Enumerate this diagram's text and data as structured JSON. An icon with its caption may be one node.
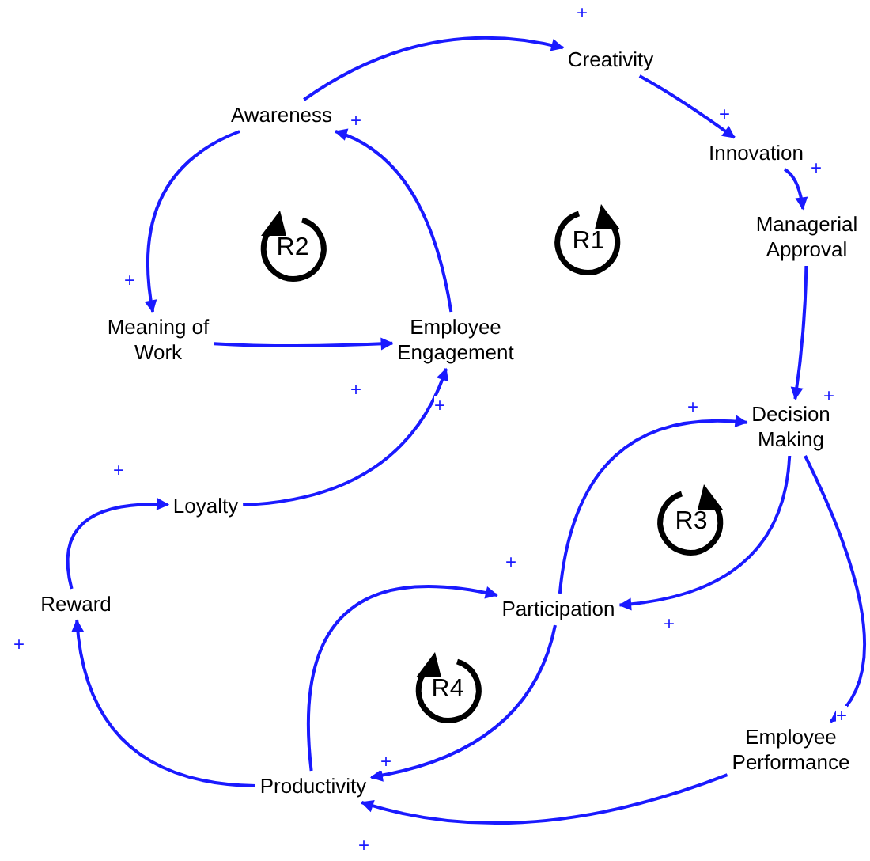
{
  "diagram": {
    "nodes": [
      {
        "text": [
          "Creativity"
        ]
      },
      {
        "text": [
          "Awareness"
        ]
      },
      {
        "text": [
          "Innovation"
        ]
      },
      {
        "text": [
          "Managerial Approval"
        ]
      },
      {
        "text": [
          "Meaning of Work"
        ]
      },
      {
        "text": [
          "Employee Engagement"
        ]
      },
      {
        "text": [
          "Decision Making"
        ]
      },
      {
        "text": [
          "Loyalty"
        ]
      },
      {
        "text": [
          "Reward"
        ]
      },
      {
        "text": [
          "Participation"
        ]
      },
      {
        "text": [
          "Employee Performance"
        ]
      },
      {
        "text": [
          "Productivity"
        ]
      }
    ],
    "edges": [
      {
        "from": 1,
        "to": 0,
        "arrow": "to",
        "label": "+"
      },
      {
        "from": 0,
        "to": 2,
        "arrow": "to",
        "label": "+"
      },
      {
        "from": 2,
        "to": 3,
        "arrow": "to",
        "label": "+"
      },
      {
        "from": 3,
        "to": 6,
        "arrow": "to",
        "label": "+"
      },
      {
        "from": 1,
        "to": 4,
        "arrow": "to",
        "label": "+"
      },
      {
        "from": 5,
        "to": 1,
        "arrow": "to",
        "label": "+"
      },
      {
        "from": 4,
        "to": 5,
        "arrow": "to",
        "label": "+"
      },
      {
        "from": 7,
        "to": 5,
        "arrow": "to",
        "label": "+"
      },
      {
        "from": 8,
        "to": 7,
        "arrow": "to",
        "label": "+"
      },
      {
        "from": 11,
        "to": 8,
        "arrow": "to",
        "label": "+"
      },
      {
        "from": 9,
        "to": 6,
        "arrow": "to",
        "label": "+"
      },
      {
        "from": 6,
        "to": 9,
        "arrow": "to",
        "label": "+"
      },
      {
        "from": 6,
        "to": 10,
        "arrow": "to",
        "label": "+"
      },
      {
        "from": 10,
        "to": 11,
        "arrow": "to",
        "label": "+"
      },
      {
        "from": 11,
        "to": 9,
        "arrow": "to",
        "label": "+"
      },
      {
        "from": 9,
        "to": 11,
        "arrow": "to",
        "label": "+"
      }
    ],
    "labels": [
      "R2",
      "R1",
      "R3",
      "R4"
    ]
  }
}
